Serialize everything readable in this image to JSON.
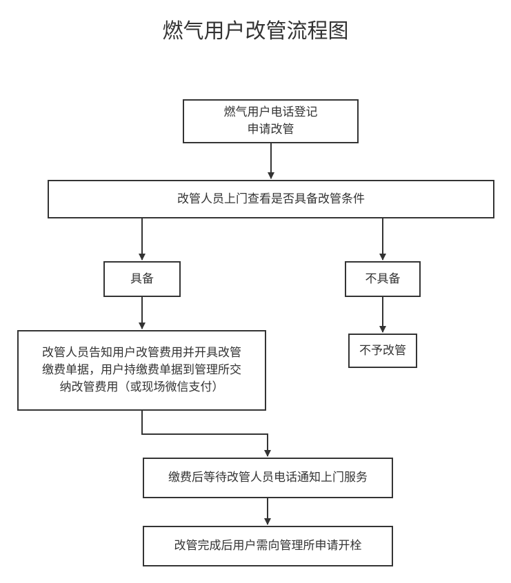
{
  "title": "燃气用户改管流程图",
  "nodes": {
    "register": "燃气用户电话登记\n申请改管",
    "inspect": "改管人员上门查看是否具备改管条件",
    "qualified": "具备",
    "not_qualified": "不具备",
    "payment_notice": "改管人员告知用户改管费用并开具改管\n缴费单据，用户持缴费单据到管理所交\n纳改管费用（或现场微信支付）",
    "no_change": "不予改管",
    "wait_service": "缴费后等待改管人员电话通知上门服务",
    "apply_ignition": "改管完成后用户需向管理所申请开栓"
  },
  "colors": {
    "stroke": "#333333",
    "text": "#333333",
    "background": "#ffffff"
  }
}
